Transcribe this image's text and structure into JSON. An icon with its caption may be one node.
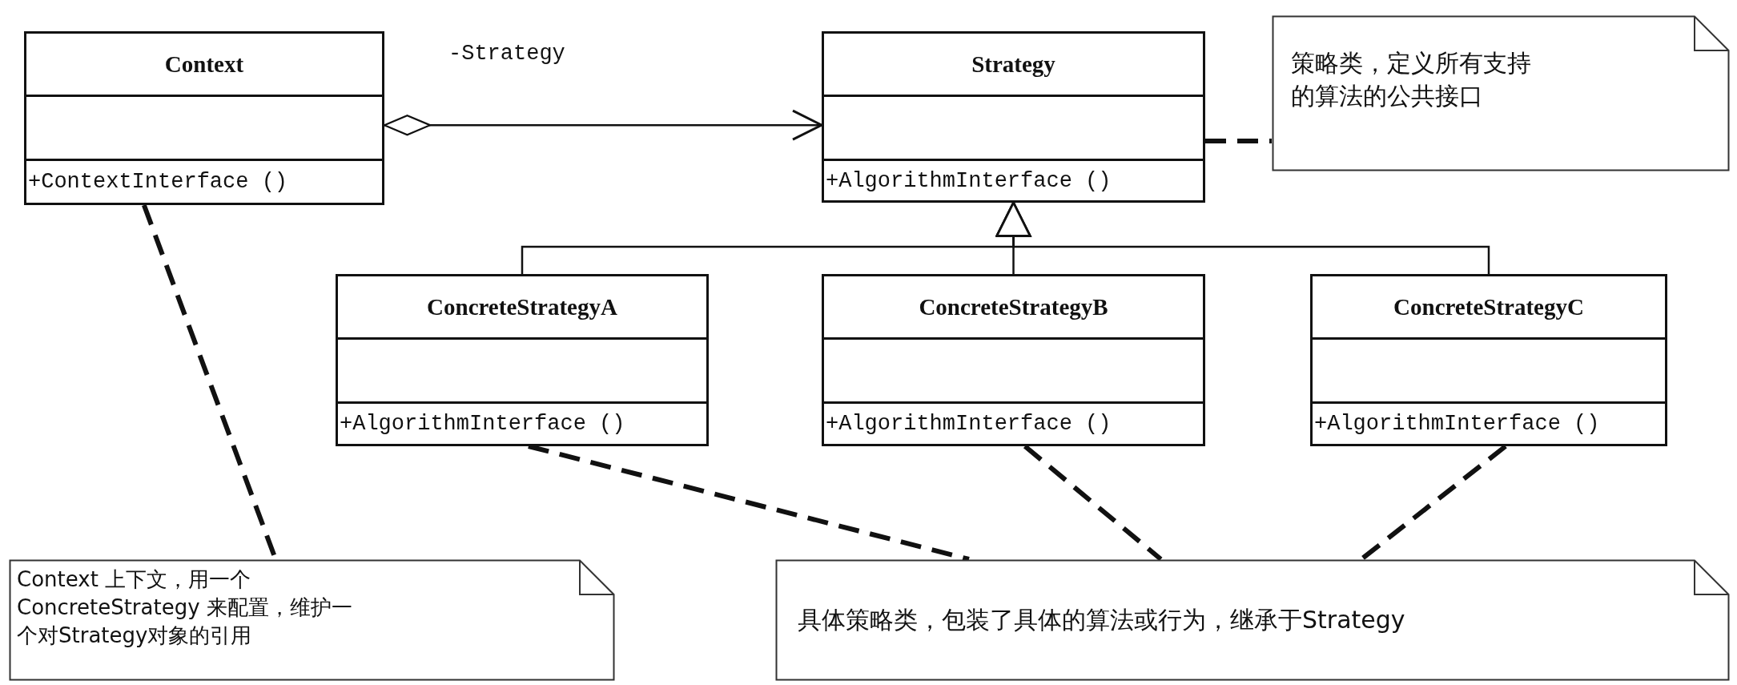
{
  "diagram": {
    "nodes": [
      {
        "text": [
          "Context",
          "+ContextInterface ()"
        ]
      },
      {
        "text": [
          "Strategy",
          "+AlgorithmInterface ()"
        ]
      },
      {
        "text": [
          "策略类，定义所有支持的算法的公共接口"
        ]
      },
      {
        "text": [
          "ConcreteStrategyA",
          "+AlgorithmInterface ()"
        ]
      },
      {
        "text": [
          "ConcreteStrategyB",
          "+AlgorithmInterface ()"
        ]
      },
      {
        "text": [
          "ConcreteStrategyC",
          "+AlgorithmInterface ()"
        ]
      },
      {
        "text": [
          "Context 上下文，用一个ConcreteStrategy 来配置，维护一个对Strategy对象的引用"
        ]
      },
      {
        "text": [
          "具体策略类，包装了具体的算法或行为，继承于Strategy"
        ]
      }
    ],
    "edges": [
      {
        "from": 0,
        "to": 1,
        "arrow": "to",
        "label": "-Strategy"
      },
      {
        "from": 3,
        "to": 1,
        "arrow": "to"
      },
      {
        "from": 4,
        "to": 1,
        "arrow": "to"
      },
      {
        "from": 5,
        "to": 1,
        "arrow": "to"
      },
      {
        "from": 1,
        "to": 2,
        "arrow": "none",
        "style": "dashed"
      },
      {
        "from": 0,
        "to": 6,
        "arrow": "none",
        "style": "dashed"
      },
      {
        "from": 3,
        "to": 7,
        "arrow": "none",
        "style": "dashed"
      },
      {
        "from": 4,
        "to": 7,
        "arrow": "none",
        "style": "dashed"
      },
      {
        "from": 5,
        "to": 7,
        "arrow": "none",
        "style": "dashed"
      }
    ]
  }
}
